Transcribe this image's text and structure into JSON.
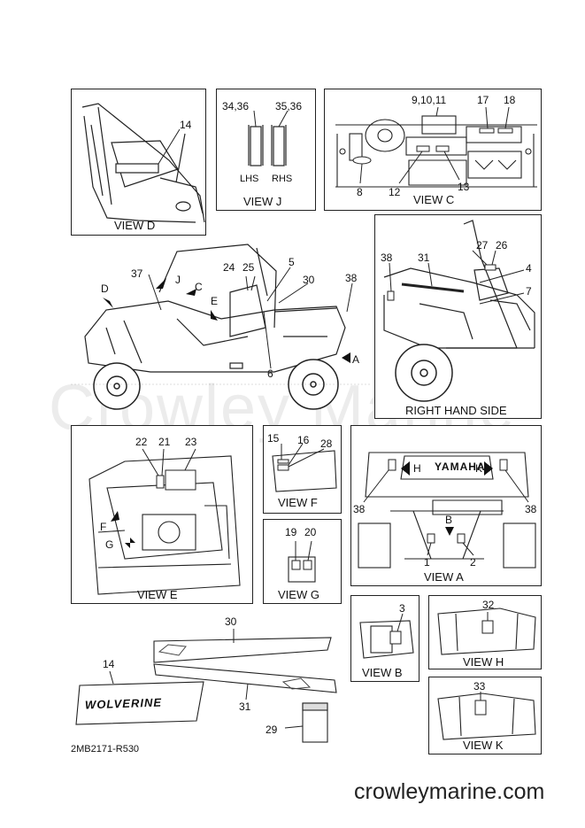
{
  "watermark": "Crowley Marine",
  "diagram_code": "2MB2171-R530",
  "site": "crowleymarine.com",
  "views": {
    "d": {
      "title": "VIEW D",
      "callouts": [
        "14"
      ]
    },
    "j": {
      "title": "VIEW J",
      "callouts": [
        "34,36",
        "35,36"
      ],
      "sides": [
        "LHS",
        "RHS"
      ]
    },
    "c": {
      "title": "VIEW C",
      "callouts": [
        "9,10,11",
        "17",
        "18",
        "8",
        "12",
        "13"
      ]
    },
    "main": {
      "callouts": [
        "37",
        "24",
        "25",
        "5",
        "30",
        "38",
        "6"
      ],
      "letters": [
        "D",
        "J",
        "C",
        "E",
        "A"
      ]
    },
    "rhs": {
      "title": "RIGHT HAND SIDE",
      "callouts": [
        "38",
        "31",
        "27",
        "26",
        "4",
        "7"
      ]
    },
    "e": {
      "title": "VIEW E",
      "callouts": [
        "22",
        "21",
        "23"
      ],
      "letters": [
        "F",
        "G"
      ]
    },
    "f": {
      "title": "VIEW F",
      "callouts": [
        "15",
        "16",
        "28"
      ]
    },
    "g": {
      "title": "VIEW G",
      "callouts": [
        "19",
        "20"
      ]
    },
    "a": {
      "title": "VIEW A",
      "callouts": [
        "38",
        "38",
        "1",
        "2"
      ],
      "letters": [
        "H",
        "K",
        "B"
      ],
      "brand": "YAMAHA"
    },
    "b": {
      "title": "VIEW B",
      "callouts": [
        "3"
      ]
    },
    "h": {
      "title": "VIEW H",
      "callouts": [
        "32"
      ]
    },
    "k": {
      "title": "VIEW K",
      "callouts": [
        "33"
      ]
    },
    "decals": {
      "callouts": [
        "30",
        "14",
        "31",
        "29"
      ],
      "logo_text": "WOLVERINE"
    }
  }
}
